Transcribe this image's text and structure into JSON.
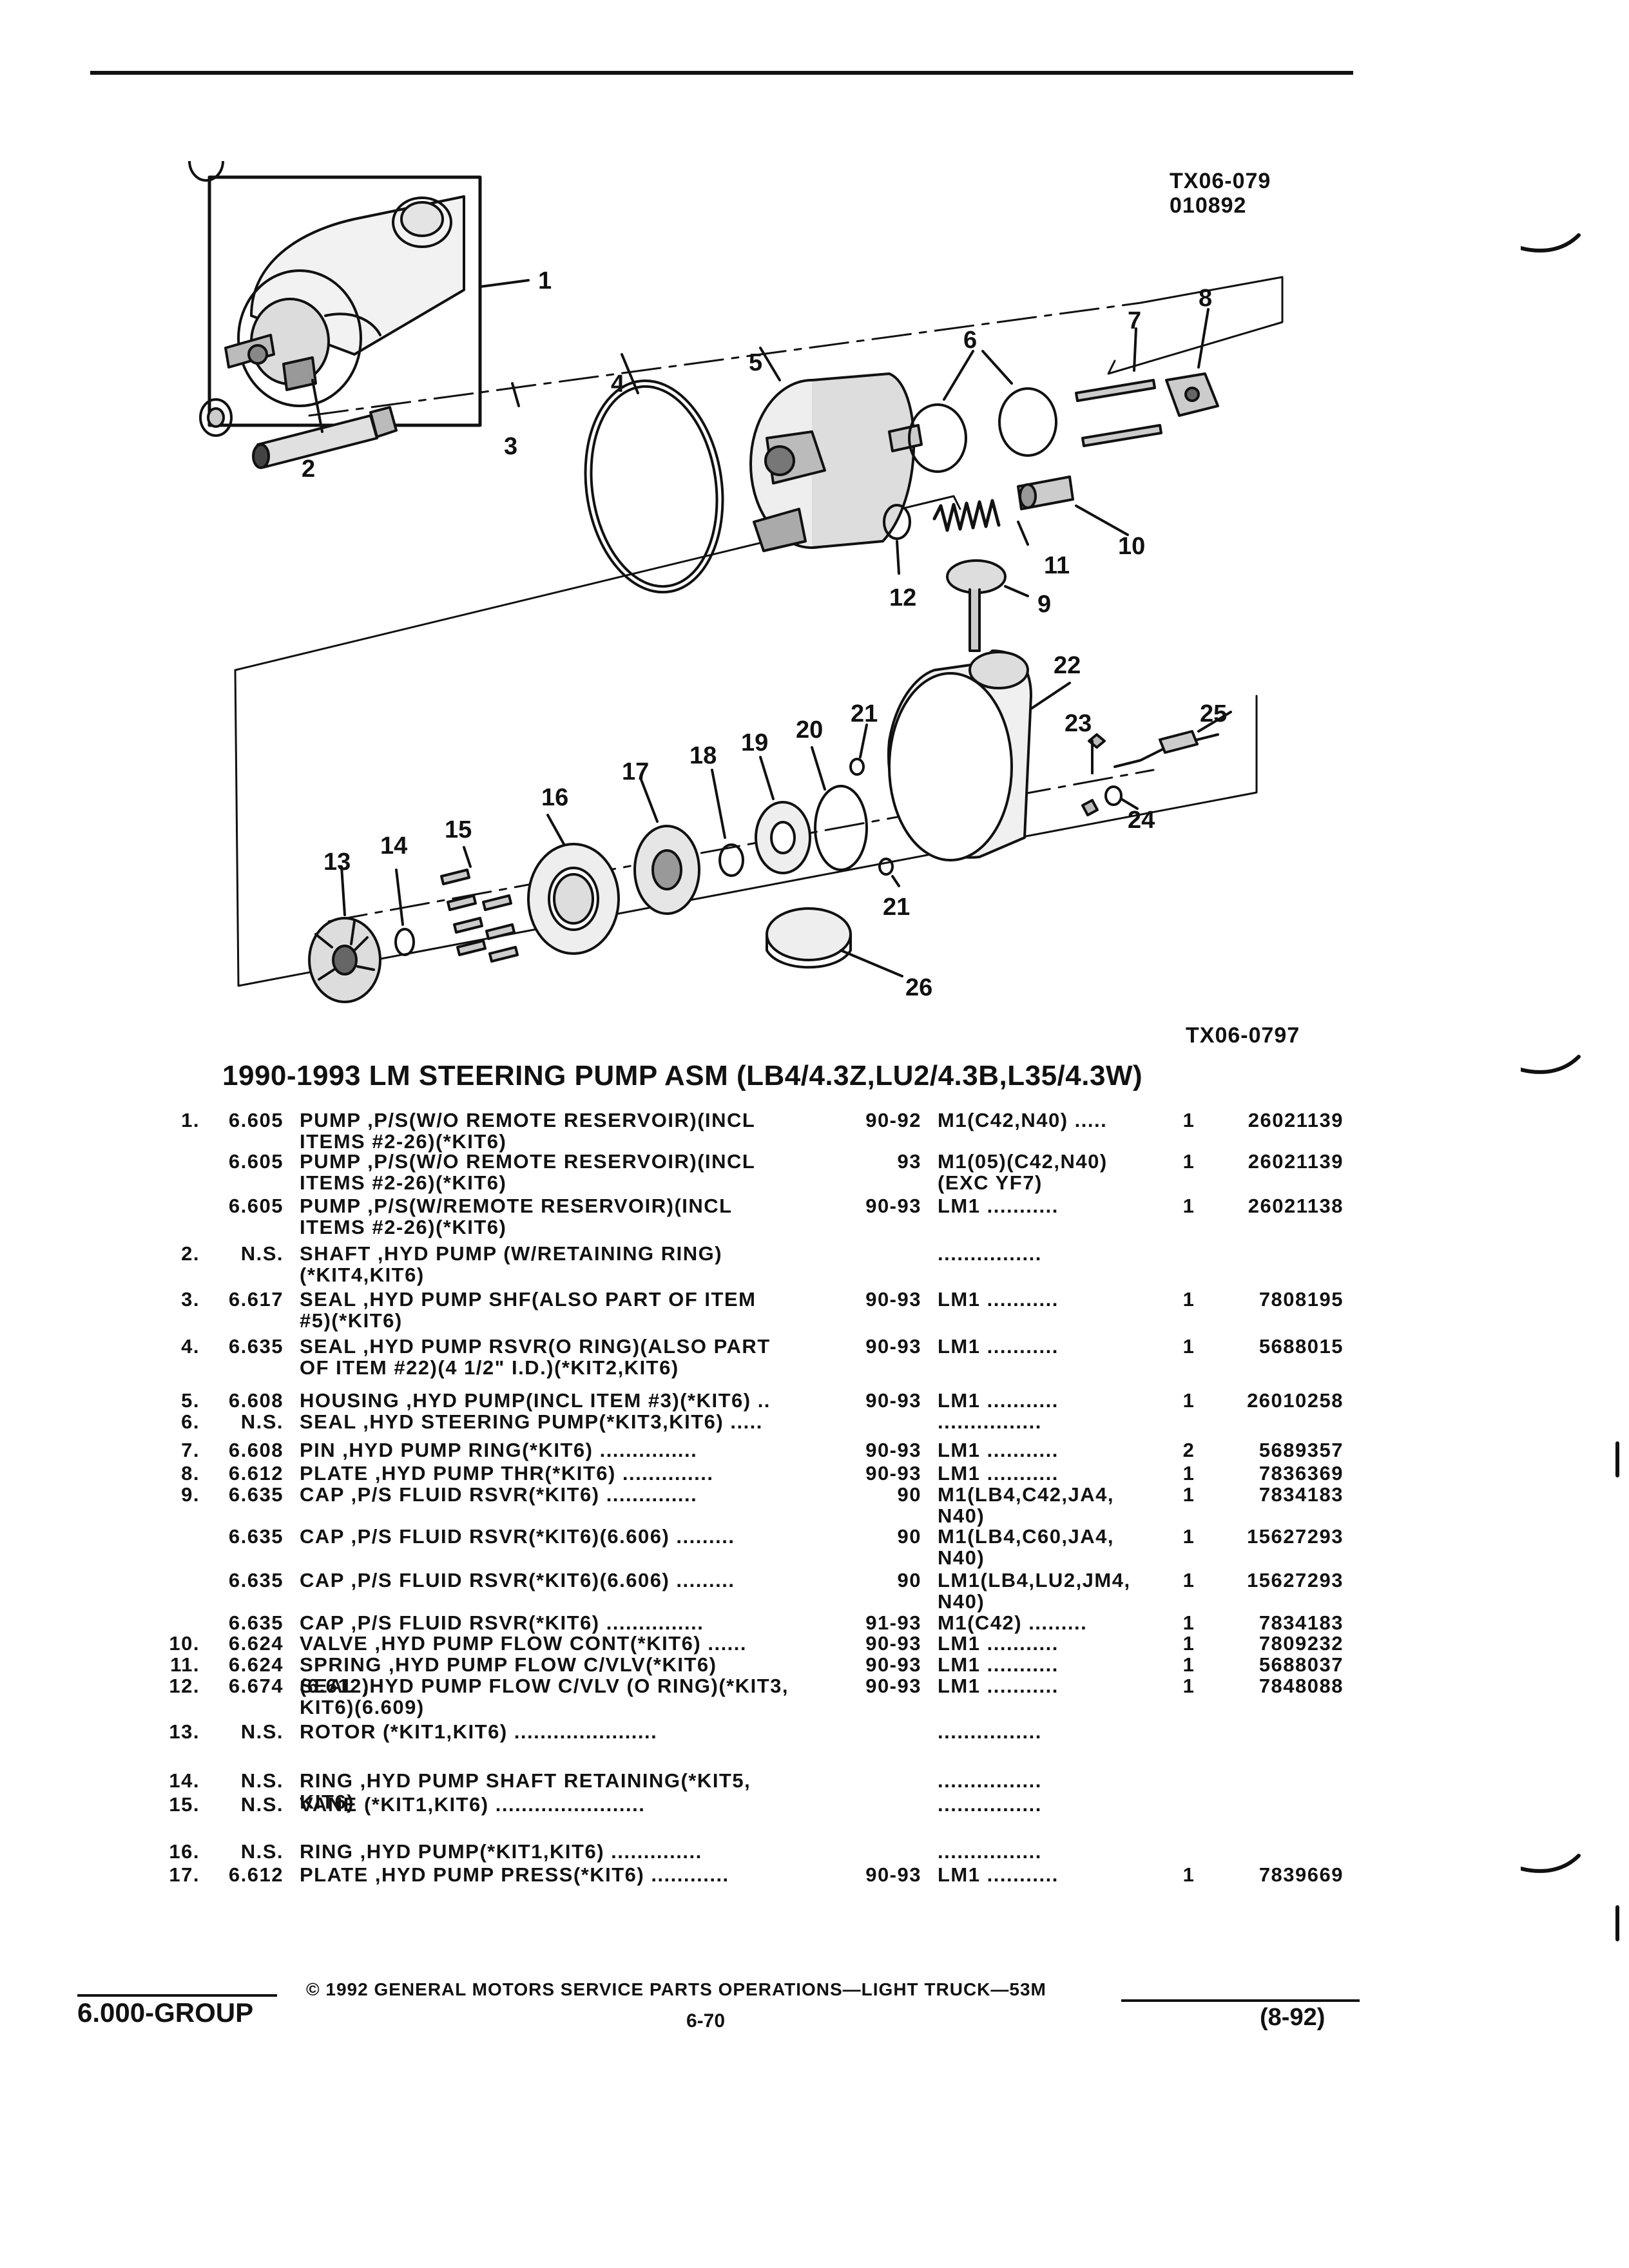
{
  "header": {
    "drawing_id_1": "TX06-079",
    "drawing_date": "010892",
    "drawing_id_2": "TX06-0797"
  },
  "diagram": {
    "callouts": [
      "1",
      "2",
      "3",
      "4",
      "5",
      "6",
      "7",
      "8",
      "9",
      "10",
      "11",
      "12",
      "13",
      "14",
      "15",
      "16",
      "17",
      "18",
      "19",
      "20",
      "21",
      "21",
      "22",
      "23",
      "24",
      "25",
      "26"
    ]
  },
  "section_title": "1990-1993 LM STEERING PUMP ASM (LB4/4.3Z,LU2/4.3B,L35/4.3W)",
  "rows": [
    {
      "item": "1.",
      "group": "6.605",
      "desc": [
        "PUMP ,P/S(W/O REMOTE RESERVOIR)(INCL",
        "ITEMS #2-26)(*KIT6)"
      ],
      "years": "90-92",
      "models": [
        "M1(C42,N40) .....",
        ""
      ],
      "qty": "1",
      "part": "26021139"
    },
    {
      "item": "",
      "group": "6.605",
      "desc": [
        "PUMP ,P/S(W/O REMOTE RESERVOIR)(INCL",
        "ITEMS #2-26)(*KIT6)"
      ],
      "years": "93",
      "models": [
        "M1(05)(C42,N40)",
        "(EXC YF7)"
      ],
      "qty": "1",
      "part": "26021139"
    },
    {
      "item": "",
      "group": "6.605",
      "desc": [
        "PUMP ,P/S(W/REMOTE RESERVOIR)(INCL",
        "ITEMS #2-26)(*KIT6)"
      ],
      "years": "90-93",
      "models": [
        "LM1 ...........",
        ""
      ],
      "qty": "1",
      "part": "26021138"
    },
    {
      "item": "2.",
      "group": "N.S.",
      "desc": [
        "SHAFT ,HYD PUMP (W/RETAINING RING)",
        "(*KIT4,KIT6)"
      ],
      "years": "",
      "models": [
        "................",
        ""
      ],
      "qty": "",
      "part": ""
    },
    {
      "item": "3.",
      "group": "6.617",
      "desc": [
        "SEAL ,HYD PUMP SHF(ALSO PART OF ITEM",
        "#5)(*KIT6)"
      ],
      "years": "90-93",
      "models": [
        "LM1 ...........",
        ""
      ],
      "qty": "1",
      "part": "7808195"
    },
    {
      "item": "4.",
      "group": "6.635",
      "desc": [
        "SEAL ,HYD PUMP RSVR(O RING)(ALSO PART",
        "OF ITEM #22)(4 1/2\" I.D.)(*KIT2,KIT6)"
      ],
      "years": "90-93",
      "models": [
        "LM1 ...........",
        ""
      ],
      "qty": "1",
      "part": "5688015"
    },
    {
      "item": "5.",
      "group": "6.608",
      "desc": [
        "HOUSING ,HYD PUMP(INCL ITEM #3)(*KIT6) ..",
        ""
      ],
      "years": "90-93",
      "models": [
        "LM1 ...........",
        ""
      ],
      "qty": "1",
      "part": "26010258"
    },
    {
      "item": "6.",
      "group": "N.S.",
      "desc": [
        "SEAL ,HYD STEERING PUMP(*KIT3,KIT6) .....",
        ""
      ],
      "years": "",
      "models": [
        "................",
        ""
      ],
      "qty": "",
      "part": ""
    },
    {
      "item": "7.",
      "group": "6.608",
      "desc": [
        "PIN ,HYD PUMP RING(*KIT6) ...............",
        ""
      ],
      "years": "90-93",
      "models": [
        "LM1 ...........",
        ""
      ],
      "qty": "2",
      "part": "5689357"
    },
    {
      "item": "8.",
      "group": "6.612",
      "desc": [
        "PLATE ,HYD PUMP THR(*KIT6) ..............",
        ""
      ],
      "years": "90-93",
      "models": [
        "LM1 ...........",
        ""
      ],
      "qty": "1",
      "part": "7836369"
    },
    {
      "item": "9.",
      "group": "6.635",
      "desc": [
        "CAP ,P/S FLUID RSVR(*KIT6) ..............",
        ""
      ],
      "years": "90",
      "models": [
        "M1(LB4,C42,JA4,",
        "N40)"
      ],
      "qty": "1",
      "part": "7834183"
    },
    {
      "item": "",
      "group": "6.635",
      "desc": [
        "CAP ,P/S FLUID RSVR(*KIT6)(6.606) .........",
        ""
      ],
      "years": "90",
      "models": [
        "M1(LB4,C60,JA4,",
        "N40)"
      ],
      "qty": "1",
      "part": "15627293"
    },
    {
      "item": "",
      "group": "6.635",
      "desc": [
        "CAP ,P/S FLUID RSVR(*KIT6)(6.606) .........",
        ""
      ],
      "years": "90",
      "models": [
        "LM1(LB4,LU2,JM4,",
        "N40)"
      ],
      "qty": "1",
      "part": "15627293"
    },
    {
      "item": "",
      "group": "6.635",
      "desc": [
        "CAP ,P/S FLUID RSVR(*KIT6) ...............",
        ""
      ],
      "years": "91-93",
      "models": [
        "M1(C42) .........",
        ""
      ],
      "qty": "1",
      "part": "7834183"
    },
    {
      "item": "10.",
      "group": "6.624",
      "desc": [
        "VALVE ,HYD PUMP FLOW CONT(*KIT6) ......",
        ""
      ],
      "years": "90-93",
      "models": [
        "LM1 ...........",
        ""
      ],
      "qty": "1",
      "part": "7809232"
    },
    {
      "item": "11.",
      "group": "6.624",
      "desc": [
        "SPRING ,HYD PUMP FLOW C/VLV(*KIT6)",
        "(6.612)"
      ],
      "years": "90-93",
      "models": [
        "LM1 ...........",
        ""
      ],
      "qty": "1",
      "part": "5688037"
    },
    {
      "item": "12.",
      "group": "6.674",
      "desc": [
        "SEAL ,HYD PUMP FLOW C/VLV (O RING)(*KIT3,",
        "KIT6)(6.609)"
      ],
      "years": "90-93",
      "models": [
        "LM1 ...........",
        ""
      ],
      "qty": "1",
      "part": "7848088"
    },
    {
      "item": "13.",
      "group": "N.S.",
      "desc": [
        "ROTOR (*KIT1,KIT6) ......................",
        ""
      ],
      "years": "",
      "models": [
        "................",
        ""
      ],
      "qty": "",
      "part": ""
    },
    {
      "item": "14.",
      "group": "N.S.",
      "desc": [
        "RING ,HYD PUMP SHAFT RETAINING(*KIT5,",
        "KIT6)"
      ],
      "years": "",
      "models": [
        "................",
        ""
      ],
      "qty": "",
      "part": ""
    },
    {
      "item": "15.",
      "group": "N.S.",
      "desc": [
        "VANE (*KIT1,KIT6) .......................",
        ""
      ],
      "years": "",
      "models": [
        "................",
        ""
      ],
      "qty": "",
      "part": ""
    },
    {
      "item": "16.",
      "group": "N.S.",
      "desc": [
        "RING ,HYD PUMP(*KIT1,KIT6) ..............",
        ""
      ],
      "years": "",
      "models": [
        "................",
        ""
      ],
      "qty": "",
      "part": ""
    },
    {
      "item": "17.",
      "group": "6.612",
      "desc": [
        "PLATE ,HYD PUMP PRESS(*KIT6) ............",
        ""
      ],
      "years": "90-93",
      "models": [
        "LM1 ...........",
        ""
      ],
      "qty": "1",
      "part": "7839669"
    }
  ],
  "footer": {
    "copyright": "© 1992 GENERAL MOTORS SERVICE PARTS OPERATIONS—LIGHT TRUCK—53M",
    "group": "6.000-GROUP",
    "page": "6-70",
    "date": "(8-92)"
  }
}
